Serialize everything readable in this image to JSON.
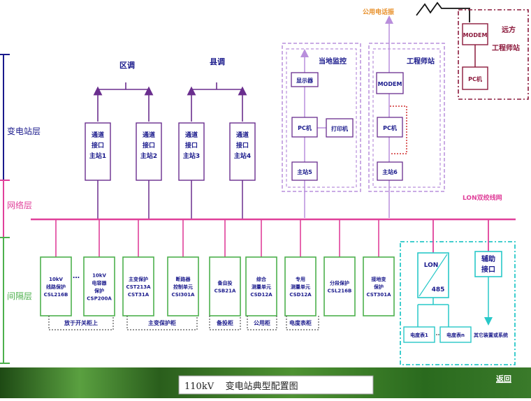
{
  "title_bar": {
    "title": "110kV    变电站典型配置图",
    "back_link": "返回"
  },
  "layers": {
    "substation": "变电站层",
    "network": "网络层",
    "bay": "间隔层"
  },
  "labels": {
    "district_dispatch": "区调",
    "county_dispatch": "县调",
    "local_monitor": "当地监控",
    "engineer_station": "工程师站",
    "public_phone": "公用电话振",
    "remote_engineer": [
      "远方",
      "工程师站"
    ],
    "lon_network": "LON双绞线网",
    "other_devices": "其它装置或系统"
  },
  "gateways": [
    {
      "lines": [
        "通道",
        "接口",
        "主站1"
      ]
    },
    {
      "lines": [
        "通道",
        "接口",
        "主站2"
      ]
    },
    {
      "lines": [
        "通道",
        "接口",
        "主站3"
      ]
    },
    {
      "lines": [
        "通道",
        "接口",
        "主站4"
      ]
    }
  ],
  "local": {
    "display": "显示器",
    "pc": "PC机",
    "printer": "打印机",
    "master": "主站5"
  },
  "engineer": {
    "modem": "MODEM",
    "pc": "PC机",
    "master": "主站6"
  },
  "remote": {
    "modem": "MODEM",
    "pc": "PC机"
  },
  "bays": [
    {
      "lines": [
        "10kV",
        "线路保护",
        "CSL216B"
      ]
    },
    {
      "lines": [
        "10kV",
        "电容器",
        "保护",
        "CSP200A"
      ]
    },
    {
      "lines": [
        "主变保护",
        "CST213A",
        "CST31A"
      ]
    },
    {
      "lines": [
        "断路器",
        "控制单元",
        "CSI301A"
      ]
    },
    {
      "lines": [
        "备自投",
        "CSB21A"
      ]
    },
    {
      "lines": [
        "综合",
        "测量单元",
        "CSD12A"
      ]
    },
    {
      "lines": [
        "专用",
        "测量单元",
        "CSD12A"
      ]
    },
    {
      "lines": [
        "分段保护",
        "CSL216B"
      ]
    },
    {
      "lines": [
        "接地变",
        "保护",
        "CST301A"
      ]
    }
  ],
  "ellipsis": "…",
  "groups": [
    "放于开关柜上",
    "主变保护柜",
    "备投柜",
    "公用柜",
    "电度表柜"
  ],
  "lon": {
    "top": "LON",
    "bottom": "485"
  },
  "aux_interface": [
    "辅助",
    "接口"
  ],
  "meters": [
    "电度表1",
    "电度表n"
  ],
  "colors": {
    "purple": "#6a2e8e",
    "navy": "#1a1a8c",
    "magenta": "#e0409a",
    "green": "#4cb04c",
    "cyan": "#28c8c8",
    "maroon": "#8c1a3c",
    "orange": "#e8902a",
    "lilac": "#b98fdc",
    "bar_green": "#2e6a1e"
  }
}
